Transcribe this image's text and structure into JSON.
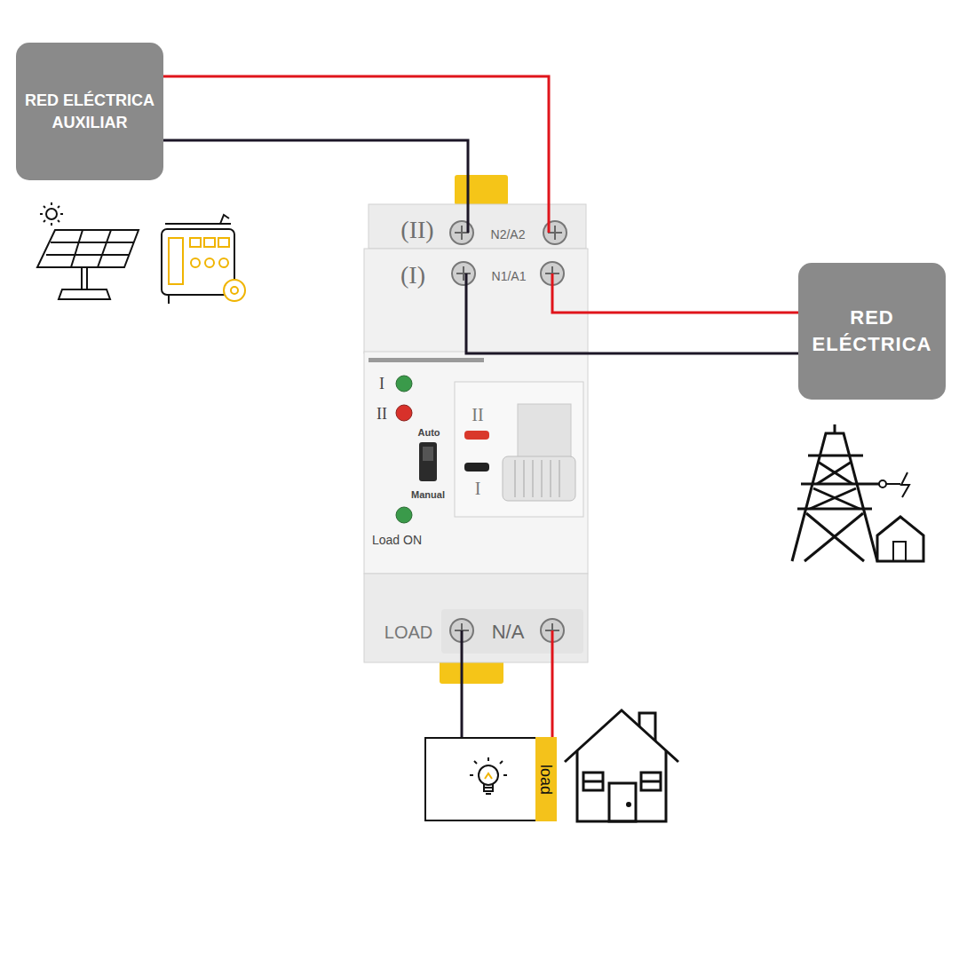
{
  "diagram": {
    "nodes": [
      {
        "text": [
          "RED ELÉCTRICA AUXILIAR"
        ]
      },
      {
        "text": [
          "(II)",
          "N2/A2",
          "(I)",
          "N1/A1",
          "I",
          "II",
          "II",
          "Auto",
          "I",
          "Manual",
          "Load ON",
          "LOAD",
          "N/A"
        ]
      },
      {
        "text": [
          "RED ELÉCTRICA"
        ]
      },
      {
        "text": [
          "load"
        ]
      }
    ],
    "edges": [
      {
        "from": 0,
        "to": 1,
        "arrow": "none"
      },
      {
        "from": 2,
        "to": 1,
        "arrow": "none"
      },
      {
        "from": 1,
        "to": 3,
        "arrow": "none"
      }
    ]
  }
}
